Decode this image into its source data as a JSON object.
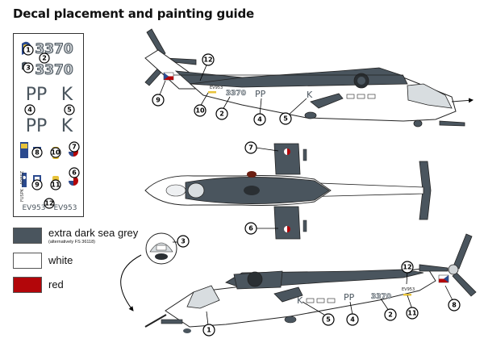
{
  "title": "Decal placement and painting guide",
  "colors": {
    "grey": "#4a555e",
    "white": "#ffffff",
    "red": "#b3060a",
    "outline": "#222222",
    "decal_blue": "#2b4a8e",
    "decal_yellow": "#e8c33a"
  },
  "legend": [
    {
      "label": "extra dark sea grey",
      "sub": "(alternatively FS 36118)",
      "color": "#4a555e"
    },
    {
      "label": "white",
      "sub": "",
      "color": "#ffffff"
    },
    {
      "label": "red",
      "sub": "",
      "color": "#b3060a"
    }
  ],
  "decal_sheet": {
    "number_1": "3370",
    "number_2": "3370",
    "code": "PP",
    "letter": "K",
    "reg": "EV953",
    "side_text": "FUSPK - ADESZ"
  },
  "markings": {
    "tail_reg": "EV953",
    "fuselage_number": "3370",
    "code": "PP",
    "letter": "K"
  },
  "callouts": [
    "1",
    "2",
    "3",
    "4",
    "5",
    "6",
    "7",
    "8",
    "9",
    "10",
    "11",
    "12"
  ]
}
